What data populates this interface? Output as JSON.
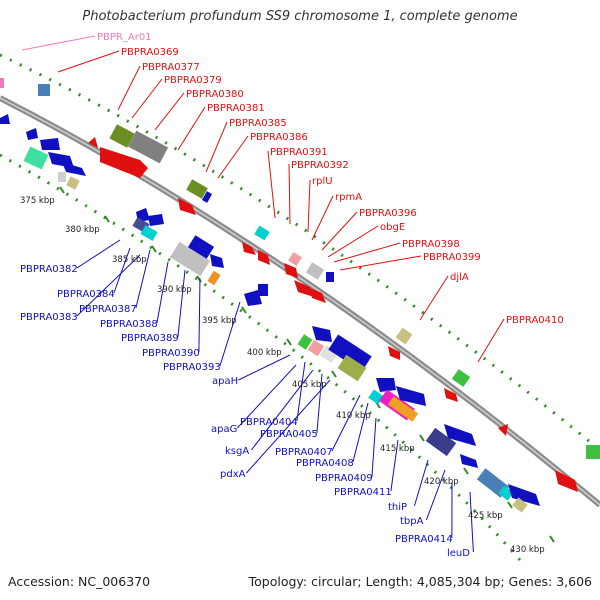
{
  "title": "Photobacterium profundum SS9 chromosome 1, complete genome",
  "footer": {
    "accession": "Accession: NC_006370",
    "summary": "Topology: circular; Length: 4,085,304 bp; Genes: 3,606"
  },
  "colors": {
    "forward_strand": "#e01010",
    "reverse_strand": "#1010c0",
    "misc_feature": "#f07ab8",
    "backbone": "#808080",
    "dots": "#2e8b22"
  },
  "kbp_ticks": [
    "375 kbp",
    "380 kbp",
    "385 kbp",
    "390 kbp",
    "395 kbp",
    "400 kbp",
    "405 kbp",
    "410 kbp",
    "415 kbp",
    "420 kbp",
    "425 kbp",
    "430 kbp"
  ],
  "top_labels": [
    "PBPR_Ar01",
    "PBPRA0369",
    "PBPRA0377",
    "PBPRA0379",
    "PBPRA0380",
    "PBPRA0381",
    "PBPRA0385",
    "PBPRA0386",
    "PBPRA0391",
    "PBPRA0392",
    "rplU",
    "rpmA",
    "PBPRA0396",
    "obgE",
    "PBPRA0398",
    "PBPRA0399",
    "djlA",
    "PBPRA0410"
  ],
  "bottom_labels": [
    "PBPRA0382",
    "PBPRA0384",
    "PBPRA0383",
    "PBPRA0387",
    "PBPRA0388",
    "PBPRA0389",
    "PBPRA0390",
    "PBPRA0393",
    "apaH",
    "apaG",
    "PBPRA0404",
    "ksgA",
    "PBPRA0405",
    "pdxA",
    "PBPRA0407",
    "PBPRA0408",
    "PBPRA0409",
    "PBPRA0411",
    "thiP",
    "tbpA",
    "PBPRA0414",
    "leuD"
  ]
}
